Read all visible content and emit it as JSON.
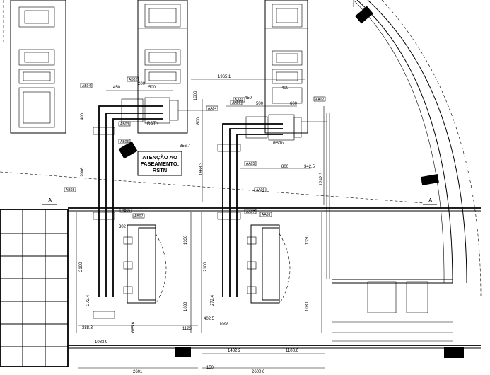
{
  "warning": {
    "line1": "ATENÇÃO AO",
    "line2": "FASEAMENTO:",
    "line3": "RSTN"
  },
  "phase_labels": [
    "RSTN",
    "RSTN"
  ],
  "section_marks": [
    "A",
    "A"
  ],
  "tags": [
    "AB04",
    "AB02",
    "AB03",
    "AB05",
    "AB06",
    "AB07",
    "AB08",
    "AA04",
    "AA03",
    "AA02",
    "AA05",
    "AA06",
    "AA07",
    "AA08",
    "AA01"
  ],
  "dimensions": {
    "d1965": "1965.1",
    "d450a": "450",
    "d450b": "450",
    "d400a": "400",
    "d400b": "400",
    "d200": "200",
    "d500a": "500",
    "d500b": "500",
    "d600": "600",
    "d1000": "1000",
    "d356": "356.7",
    "d342": "342.5",
    "d800a": "800",
    "d800b": "800",
    "d1668": "1668.3",
    "d1242": "1242.3",
    "d2006": "2006",
    "d302": "302",
    "d1330a": "1330",
    "d1330b": "1330",
    "d2100a": "2100",
    "d2100b": "2100",
    "d272a": "272.4",
    "d272b": "272.4",
    "d1030a": "1030",
    "d1030b": "1030",
    "d388": "388.3",
    "d1083": "1083.9",
    "d665": "665.6",
    "d1123": "1123",
    "d1098": "1098.1",
    "d1482": "1482.2",
    "d1108": "1108.6",
    "d4025": "402.5",
    "d2601": "2601",
    "d150": "150",
    "d2600": "2600.6"
  }
}
